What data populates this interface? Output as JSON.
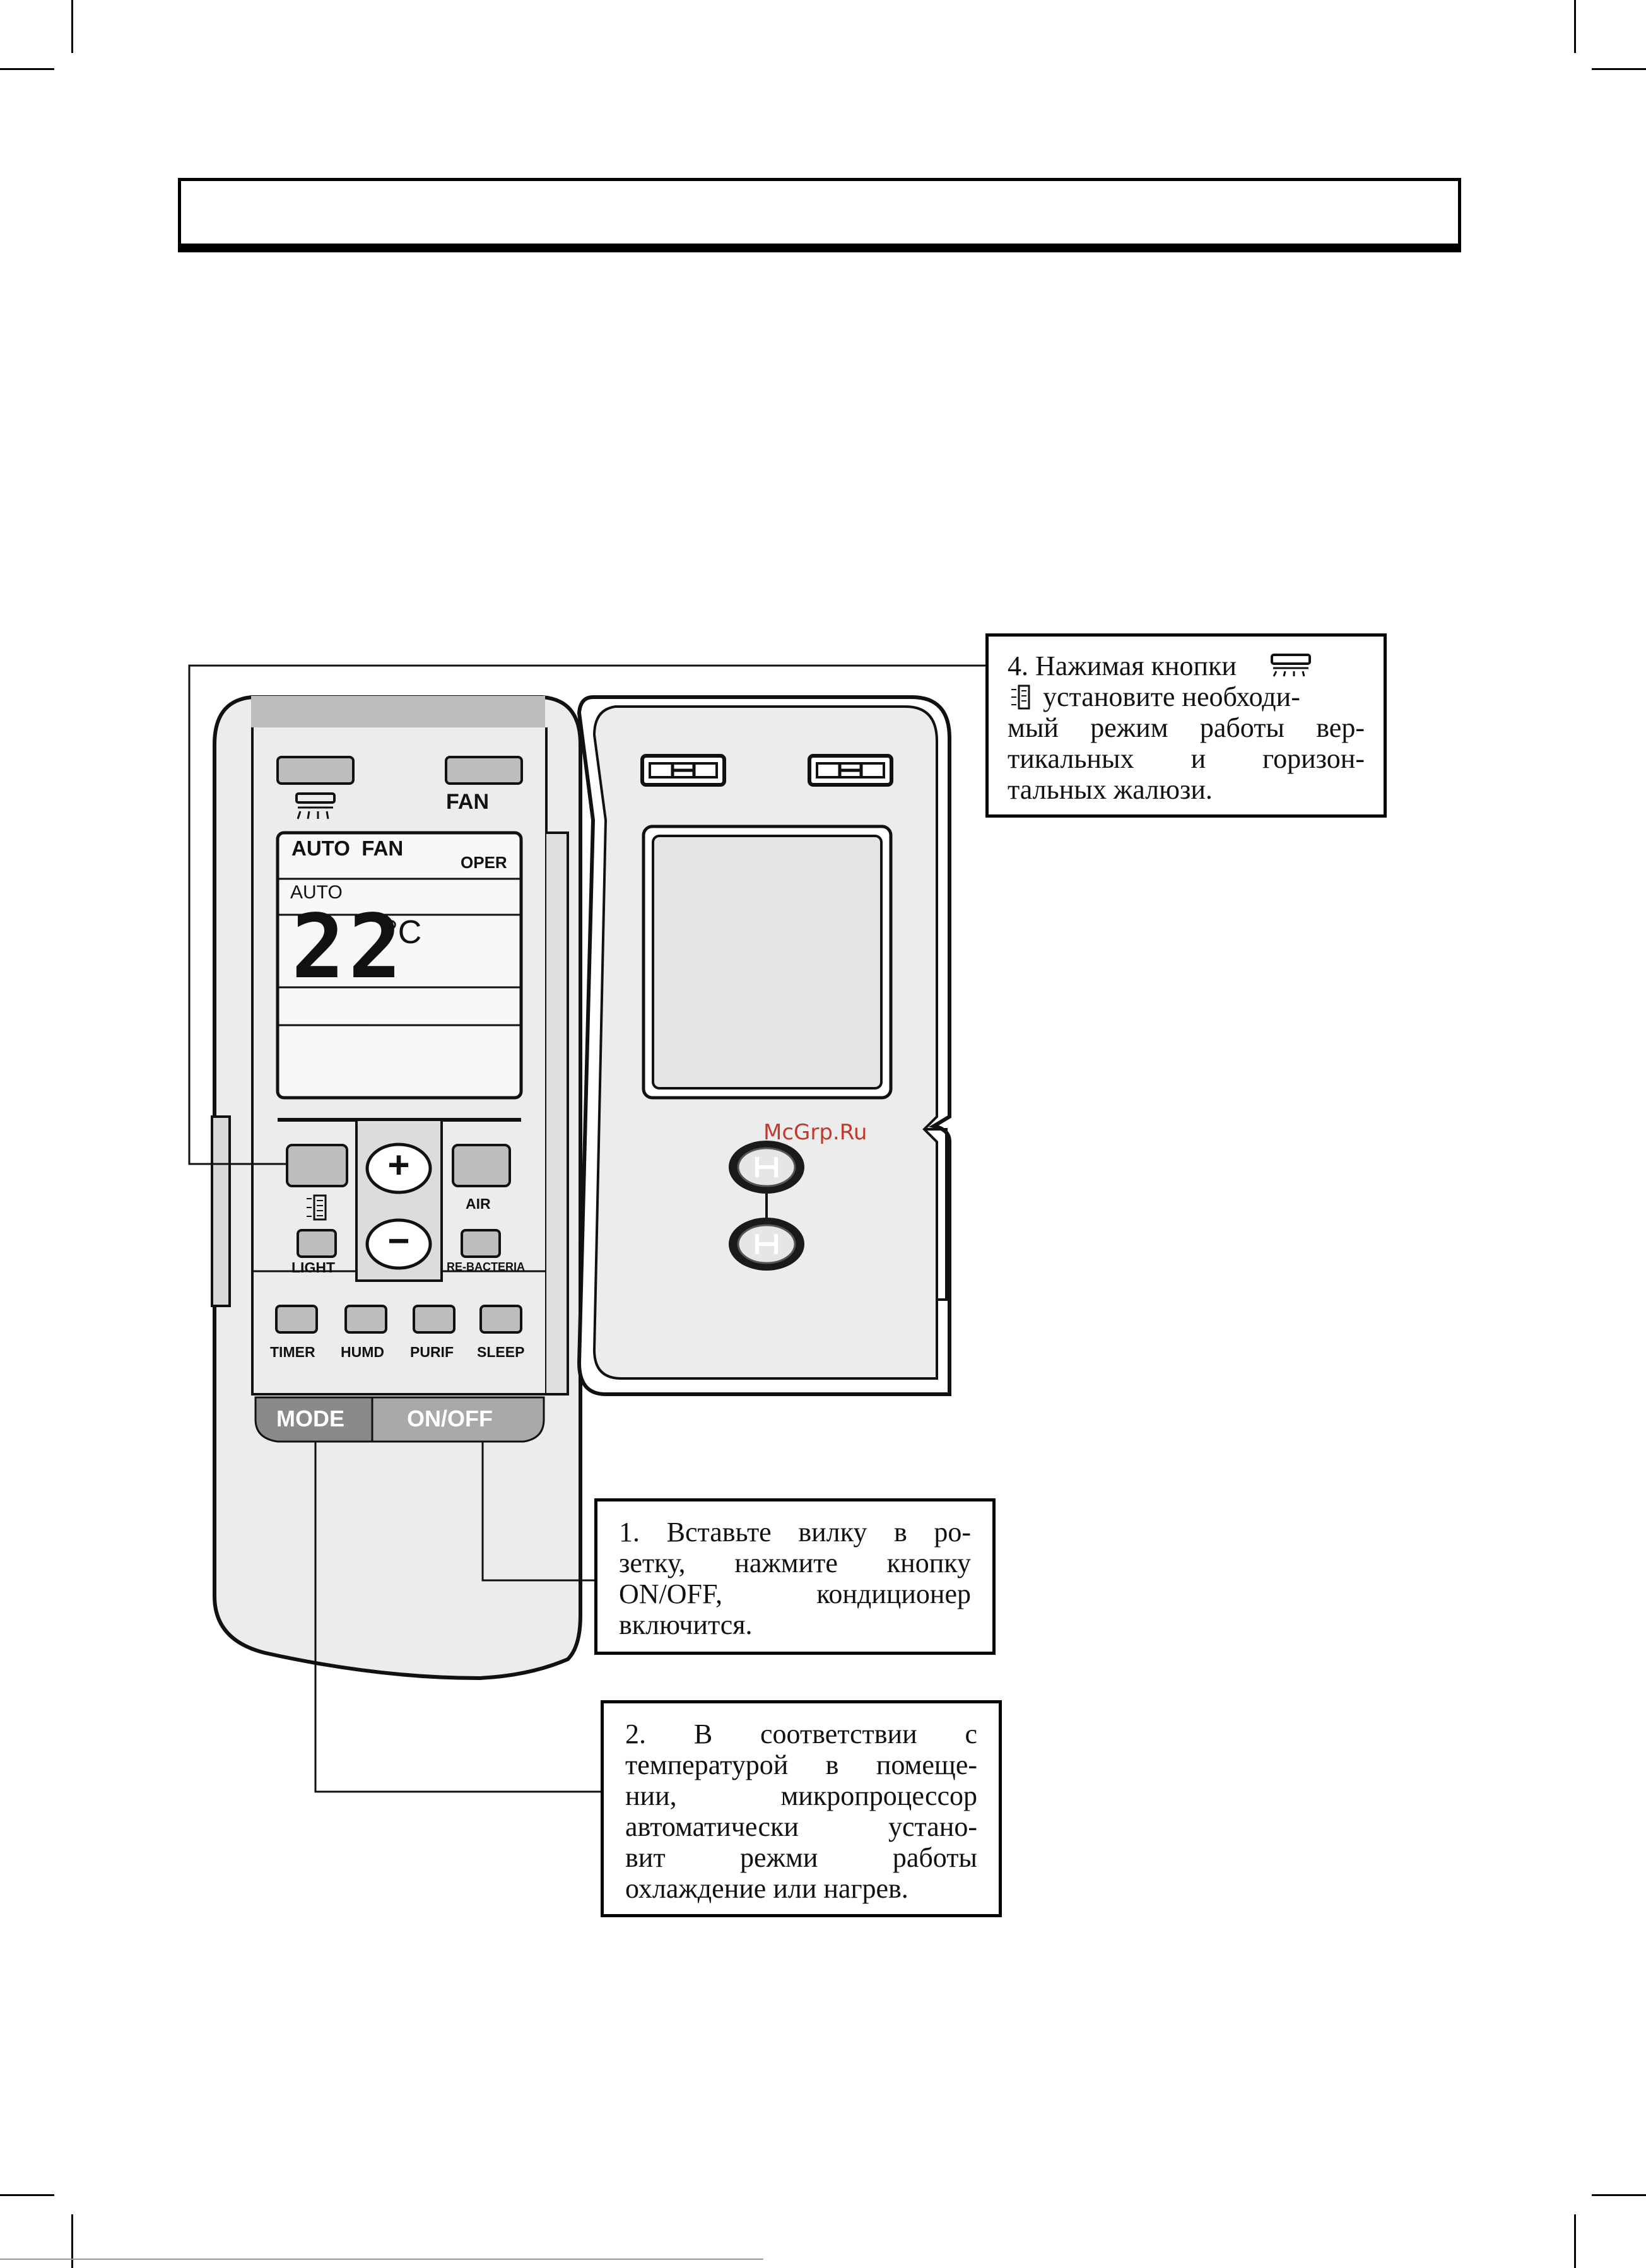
{
  "page": {
    "header_title": ""
  },
  "remote": {
    "top_left_icon": "swing-horizontal-icon",
    "fan_label": "FAN",
    "lcd": {
      "mode_line": "AUTO  FAN",
      "oper_label": "OPER",
      "auto_label": "AUTO",
      "temperature": "22",
      "unit": "°C"
    },
    "swing_vertical_icon": "swing-vertical-icon",
    "plus_symbol": "+",
    "minus_symbol": "−",
    "air_label": "AIR",
    "light_label": "LIGHT",
    "rebacteria_label": "RE-BACTERIA",
    "bottom_buttons": [
      "TIMER",
      "HUMD",
      "PURIF",
      "SLEEP"
    ],
    "mode_label": "MODE",
    "onoff_label": "ON/OFF"
  },
  "watermark": "McGrp.Ru",
  "callouts": {
    "step4": {
      "lines": [
        "4. Нажимая кнопки",
        "установите необходи-",
        "мый режим работы вер-",
        "тикальных и горизон-",
        "тальных жалюзи."
      ]
    },
    "step1": {
      "lines": [
        "1. Вставьте вилку в ро-",
        "зетку, нажмите кнопку",
        "ON/OFF, кондиционер",
        "включится."
      ]
    },
    "step2": {
      "lines": [
        "2. В соответствии с",
        "температурой в помеще-",
        "нии, микропроцессор",
        "автоматически устано-",
        "вит режми работы",
        "охлаждение или нагрев."
      ]
    }
  },
  "colors": {
    "remote_body": "#ececec",
    "remote_outline": "#111111",
    "button_fill": "#bdbdbd",
    "mode_bar": "#8a8a8a",
    "onoff_bar": "#a9a9a9",
    "watermark": "#c0392b"
  }
}
